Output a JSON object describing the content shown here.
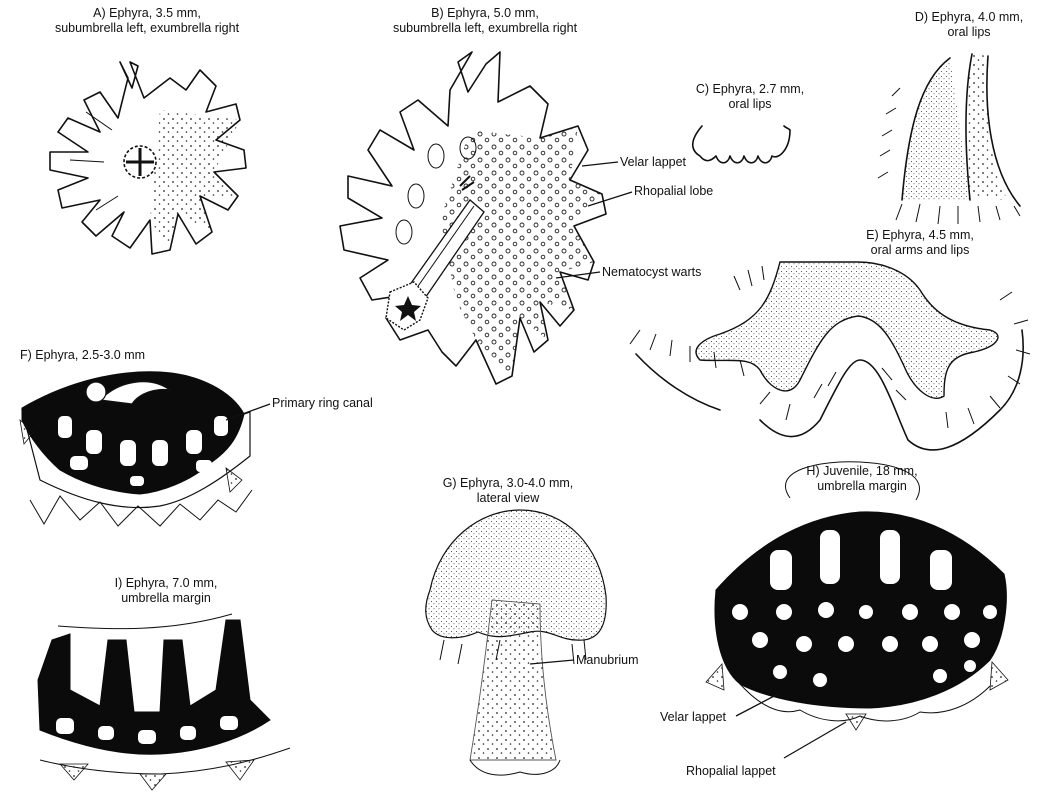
{
  "panels": {
    "a": {
      "caption": "A) Ephyra, 3.5 mm,\nsubumbrella left, exumbrella right"
    },
    "b": {
      "caption": "B) Ephyra, 5.0 mm,\nsubumbrella left, exumbrella right"
    },
    "c": {
      "caption": "C) Ephyra, 2.7 mm,\noral lips"
    },
    "d": {
      "caption": "D) Ephyra, 4.0 mm,\noral lips"
    },
    "e": {
      "caption": "E) Ephyra, 4.5 mm,\noral arms and lips"
    },
    "f": {
      "caption": "F) Ephyra, 2.5-3.0 mm"
    },
    "g": {
      "caption": "G) Ephyra, 3.0-4.0 mm,\nlateral view"
    },
    "h": {
      "caption": "H) Juvenile, 18 mm,\numbrella margin"
    },
    "i": {
      "caption": "I) Ephyra, 7.0 mm,\numbrella margin"
    }
  },
  "labels": {
    "velar_lappet_b": "Velar lappet",
    "rhopalial_lobe": "Rhopalial lobe",
    "nematocyst_warts": "Nematocyst warts",
    "primary_ring_canal": "Primary ring canal",
    "manubrium": "Manubrium",
    "velar_lappet_h": "Velar lappet",
    "rhopalial_lappet": "Rhopalial lappet"
  }
}
